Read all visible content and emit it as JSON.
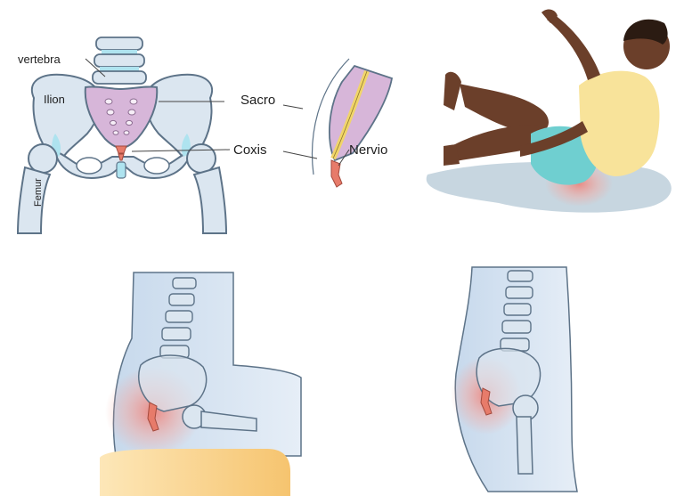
{
  "labels": {
    "vertebra": "vertebra",
    "ilion": "Ilion",
    "sacro": "Sacro",
    "coxis": "Coxis",
    "femur": "Femur",
    "nervio": "Nervio"
  },
  "colors": {
    "bone": "#dbe6f0",
    "bone_outline": "#5d7388",
    "sacrum": "#d7b6d9",
    "coccyx": "#e77b6a",
    "cartilage": "#aee3ef",
    "nerve": "#f1d56a",
    "skin_dark": "#6b3f2a",
    "shirt": "#f8e39a",
    "shorts": "#6fcfd0",
    "body_blue": "#d4e3f2",
    "pain_red": "#f2a29a",
    "cushion": "#f6c46f",
    "puddle": "#b9ccd8"
  }
}
